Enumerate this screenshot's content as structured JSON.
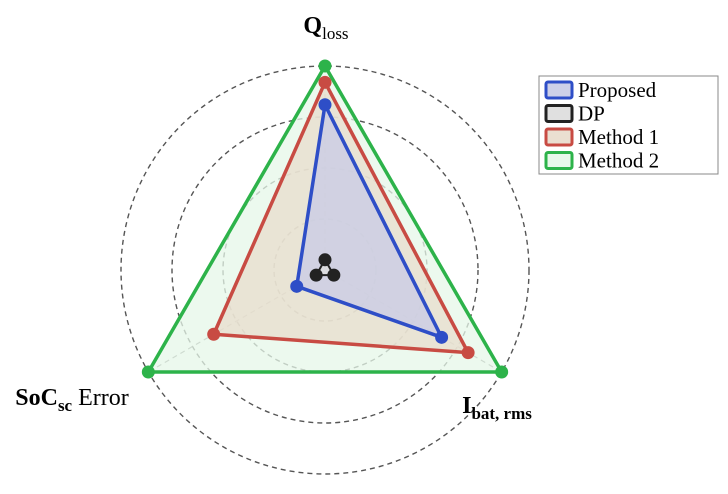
{
  "chart_data": {
    "type": "radar",
    "axes": [
      {
        "main": "Q",
        "sub": "loss",
        "suffix": ""
      },
      {
        "main": "I",
        "sub": "bat, rms",
        "suffix": ""
      },
      {
        "main": "SoC",
        "sub": "sc",
        "suffix": " Error"
      }
    ],
    "rlim": [
      0,
      1
    ],
    "grid_rings": [
      0.25,
      0.5,
      0.75,
      1.0
    ],
    "grid": true,
    "legend_position": "top-right",
    "series": [
      {
        "name": "Method 2",
        "values": [
          1.0,
          1.0,
          1.0
        ],
        "color": "#2db34a",
        "fill": "#e6f7e8"
      },
      {
        "name": "Method 1",
        "values": [
          0.92,
          0.81,
          0.63
        ],
        "color": "#c84b43",
        "fill": "#e8dccc"
      },
      {
        "name": "Proposed",
        "values": [
          0.81,
          0.66,
          0.16
        ],
        "color": "#2e4ec7",
        "fill": "#c8cbe6"
      },
      {
        "name": "DP",
        "values": [
          0.05,
          0.05,
          0.05
        ],
        "color": "#222222",
        "fill": "#dddddd"
      }
    ],
    "legend_order": [
      "Proposed",
      "DP",
      "Method 1",
      "Method 2"
    ]
  }
}
